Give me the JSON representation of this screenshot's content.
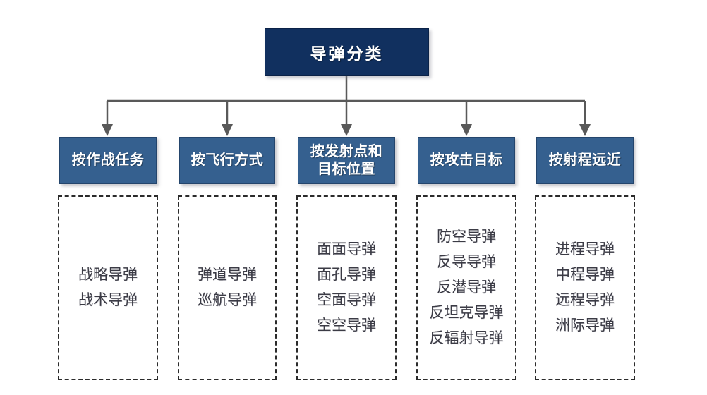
{
  "diagram": {
    "title": "导弹分类",
    "root": {
      "label": "导弹分类",
      "fill": "#11305f",
      "text_color": "#ffffff"
    },
    "connector": {
      "line_color": "#595959",
      "arrow_color": "#595959"
    },
    "branches": [
      {
        "category": "按作战任务",
        "fill": "#35608f",
        "items": [
          "战略导弹",
          "战术导弹"
        ]
      },
      {
        "category": "按飞行方式",
        "fill": "#35608f",
        "items": [
          "弹道导弹",
          "巡航导弹"
        ]
      },
      {
        "category": "按发射点和\n目标位置",
        "fill": "#35608f",
        "items": [
          "面面导弹",
          "面孔导弹",
          "空面导弹",
          "空空导弹"
        ]
      },
      {
        "category": "按攻击目标",
        "fill": "#35608f",
        "items": [
          "防空导弹",
          "反导导弹",
          "反潜导弹",
          "反坦克导弹",
          "反辐射导弹"
        ]
      },
      {
        "category": "按射程远近",
        "fill": "#35608f",
        "items": [
          "进程导弹",
          "中程导弹",
          "远程导弹",
          "洲际导弹"
        ]
      }
    ]
  }
}
